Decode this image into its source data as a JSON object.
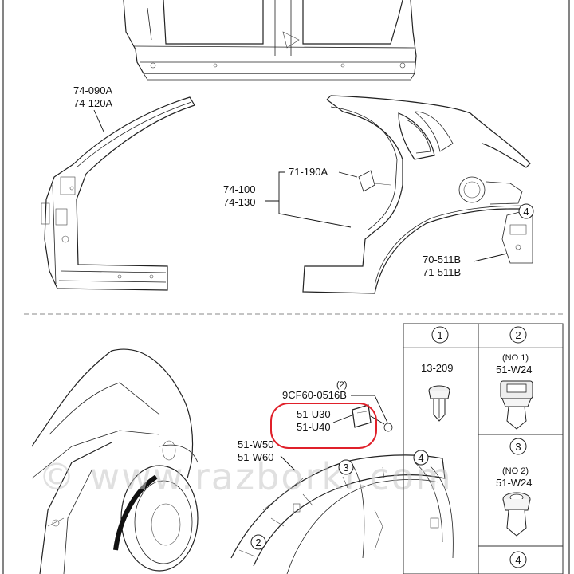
{
  "labels": {
    "rear_pillar_a": "74-090A",
    "rear_pillar_b": "74-120A",
    "inner_panel_a": "74-100",
    "inner_panel_b": "74-130",
    "bracket": "71-190A",
    "rear_quarter_a": "70-511B",
    "rear_quarter_b": "71-511B",
    "qty_clip": "(2)",
    "clip_part": "9CF60-0516B",
    "mud_a": "51-U30",
    "mud_b": "51-U40",
    "garnish_a": "51-W50",
    "garnish_b": "51-W60"
  },
  "callouts": [
    "1",
    "2",
    "3",
    "4"
  ],
  "legend": {
    "cell1_part": "13-209",
    "cell2_note": "(NO 1)",
    "cell2_part": "51-W24",
    "cell3_note": "(NO 2)",
    "cell3_part": "51-W24"
  },
  "watermark": "© www.razborki.com",
  "colors": {
    "highlight": "#e0202a",
    "line": "#222222",
    "watermark": "#c8c8c8"
  }
}
